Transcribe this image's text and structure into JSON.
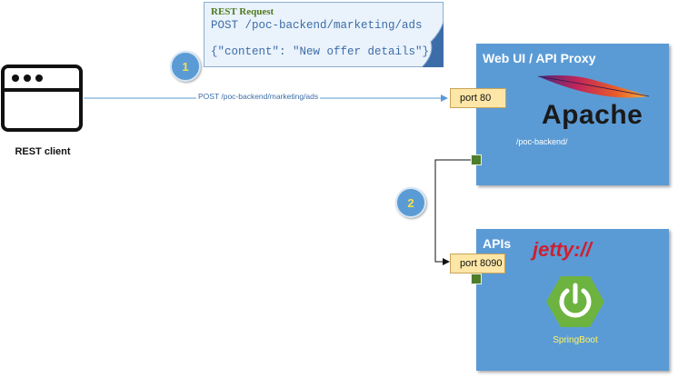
{
  "client": {
    "label": "REST client"
  },
  "note": {
    "title": "REST Request",
    "line1": "POST /poc-backend/marketing/ads",
    "line2": "{\"content\": \"New offer details\"}"
  },
  "steps": [
    "1",
    "2"
  ],
  "request_label": "POST /poc-backend/marketing/ads",
  "proxy": {
    "title": "Web UI / API Proxy",
    "port": "port 80",
    "route": "/poc-backend/",
    "logo": "Apache"
  },
  "apis": {
    "title": "APIs",
    "port": "port 8090",
    "logo": "jetty://",
    "springboot_label": "SpringBoot"
  },
  "colors": {
    "server_blue": "#5b9bd5",
    "port_yellow": "#fde6a6",
    "connector_green": "#4e7d2c",
    "step_text": "#f7e14b",
    "jetty_red": "#cf1f2e",
    "spring_green": "#6db33f"
  },
  "icons": [
    "browser-window-icon",
    "apache-feather-icon",
    "springboot-power-icon"
  ]
}
